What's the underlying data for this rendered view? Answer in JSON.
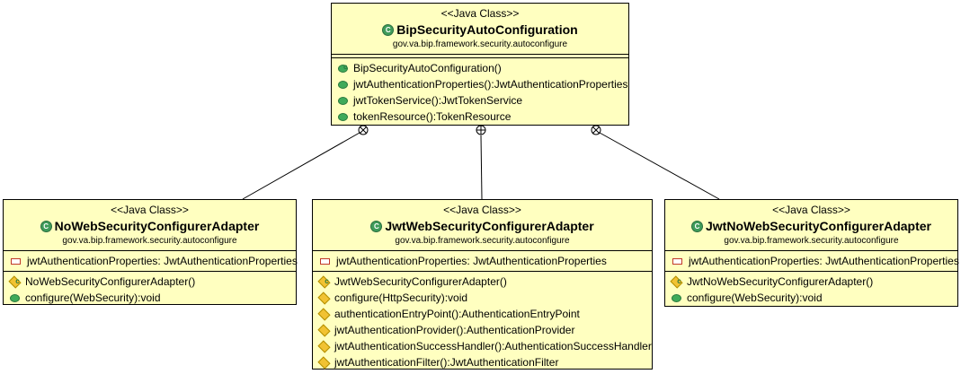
{
  "stereotype": "<<Java Class>>",
  "colors": {
    "class_fill": "#ffffc0",
    "border": "#000000",
    "public": "#3faa5a",
    "private": "#c0392b",
    "protected": "#f1c232"
  },
  "classes": {
    "top": {
      "stereotype": "<<Java Class>>",
      "name": "BipSecurityAutoConfiguration",
      "package": "gov.va.bip.framework.security.autoconfigure",
      "methods": [
        {
          "visibility": "ctor-public",
          "text": "BipSecurityAutoConfiguration()"
        },
        {
          "visibility": "public",
          "text": "jwtAuthenticationProperties():JwtAuthenticationProperties"
        },
        {
          "visibility": "public",
          "text": "jwtTokenService():JwtTokenService"
        },
        {
          "visibility": "public",
          "text": "tokenResource():TokenResource"
        }
      ]
    },
    "left": {
      "stereotype": "<<Java Class>>",
      "name": "NoWebSecurityConfigurerAdapter",
      "package": "gov.va.bip.framework.security.autoconfigure",
      "attributes": [
        {
          "visibility": "private",
          "text": "jwtAuthenticationProperties: JwtAuthenticationProperties"
        }
      ],
      "methods": [
        {
          "visibility": "ctor-protected",
          "text": "NoWebSecurityConfigurerAdapter()"
        },
        {
          "visibility": "public",
          "text": "configure(WebSecurity):void"
        }
      ]
    },
    "middle": {
      "stereotype": "<<Java Class>>",
      "name": "JwtWebSecurityConfigurerAdapter",
      "package": "gov.va.bip.framework.security.autoconfigure",
      "attributes": [
        {
          "visibility": "private",
          "text": "jwtAuthenticationProperties: JwtAuthenticationProperties"
        }
      ],
      "methods": [
        {
          "visibility": "ctor-protected",
          "text": "JwtWebSecurityConfigurerAdapter()"
        },
        {
          "visibility": "protected",
          "text": "configure(HttpSecurity):void"
        },
        {
          "visibility": "protected",
          "text": "authenticationEntryPoint():AuthenticationEntryPoint"
        },
        {
          "visibility": "protected",
          "text": "jwtAuthenticationProvider():AuthenticationProvider"
        },
        {
          "visibility": "protected",
          "text": "jwtAuthenticationSuccessHandler():AuthenticationSuccessHandler"
        },
        {
          "visibility": "protected",
          "text": "jwtAuthenticationFilter():JwtAuthenticationFilter"
        }
      ]
    },
    "right": {
      "stereotype": "<<Java Class>>",
      "name": "JwtNoWebSecurityConfigurerAdapter",
      "package": "gov.va.bip.framework.security.autoconfigure",
      "attributes": [
        {
          "visibility": "private",
          "text": "jwtAuthenticationProperties: JwtAuthenticationProperties"
        }
      ],
      "methods": [
        {
          "visibility": "ctor-protected",
          "text": "JwtNoWebSecurityConfigurerAdapter()"
        },
        {
          "visibility": "public",
          "text": "configure(WebSecurity):void"
        }
      ]
    }
  },
  "connectors": [
    "nested-class-association-left",
    "nested-class-association-middle",
    "nested-class-association-right"
  ]
}
